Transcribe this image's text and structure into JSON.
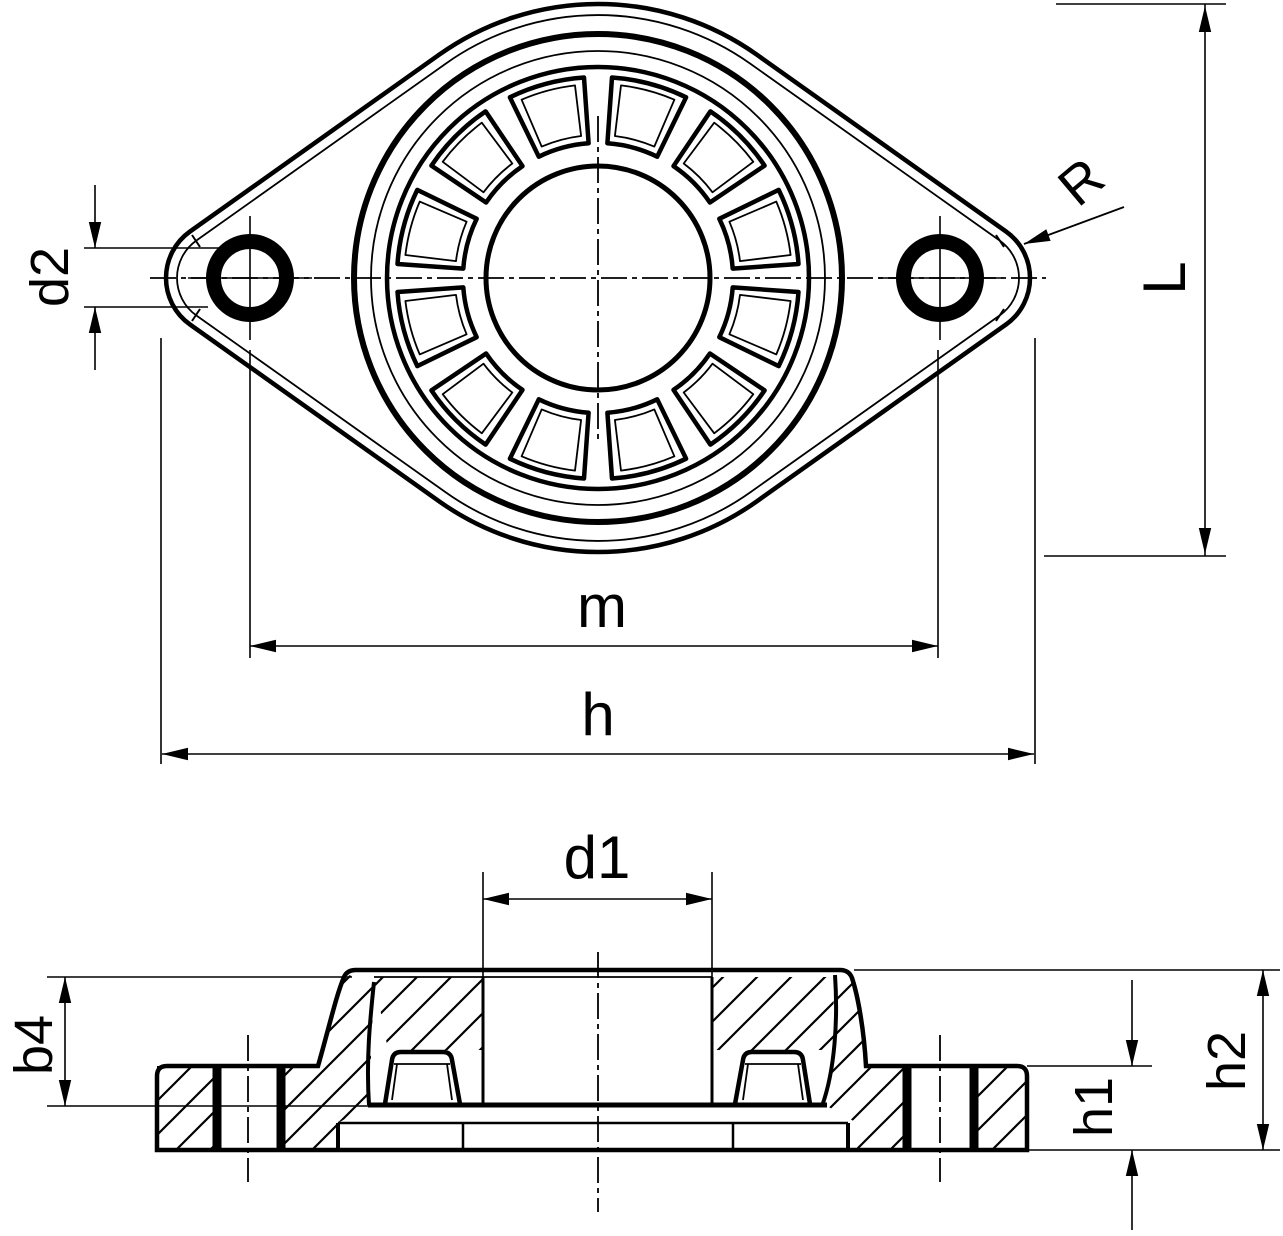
{
  "drawing": {
    "labels": {
      "d2": "d2",
      "R": "R",
      "L": "L",
      "m": "m",
      "h": "h",
      "d1": "d1",
      "b4": "b4",
      "h1": "h1",
      "h2": "h2"
    },
    "top_view": {
      "slot_count": 12,
      "bolt_hole_count": 2
    },
    "palette": {
      "ink": "#000000",
      "paper": "#ffffff"
    }
  }
}
